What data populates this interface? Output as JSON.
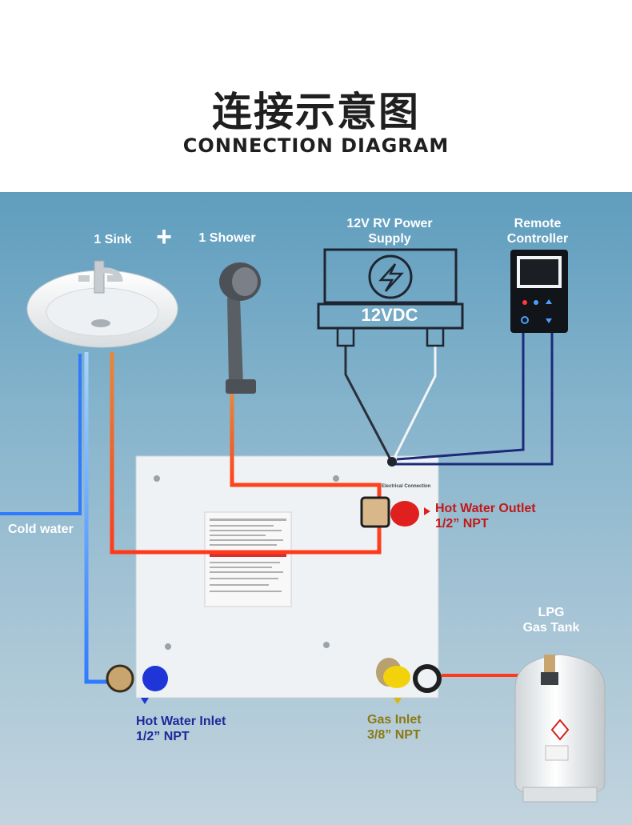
{
  "header": {
    "title_cn": "连接示意图",
    "title_en": "CONNECTION DIAGRAM"
  },
  "labels": {
    "sink": "1 Sink",
    "plus": "+",
    "shower": "1 Shower",
    "power_line1": "12V RV Power",
    "power_line2": "Supply",
    "remote_line1": "Remote",
    "remote_line2": "Controller",
    "power_box_text": "12VDC",
    "cold_water": "Cold water",
    "hot_outlet_line1": "Hot Water Outlet",
    "hot_outlet_line2": "1/2” NPT",
    "hot_inlet_line1": "Hot Water Inlet",
    "hot_inlet_line2": "1/2” NPT",
    "gas_inlet_line1": "Gas Inlet",
    "gas_inlet_line2": "3/8” NPT",
    "lpg_line1": "LPG",
    "lpg_line2": "Gas Tank",
    "electrical_label": "Electrical Connection"
  },
  "colors": {
    "cold_line": "#2f7bff",
    "hot_line": "#ff4a1a",
    "hot_outlet_text": "#c21818",
    "hot_inlet_text": "#1c2a9a",
    "gas_inlet_text": "#8a7a14",
    "panel_top": "#5f9dbe",
    "panel_bottom": "#c2d4de"
  }
}
